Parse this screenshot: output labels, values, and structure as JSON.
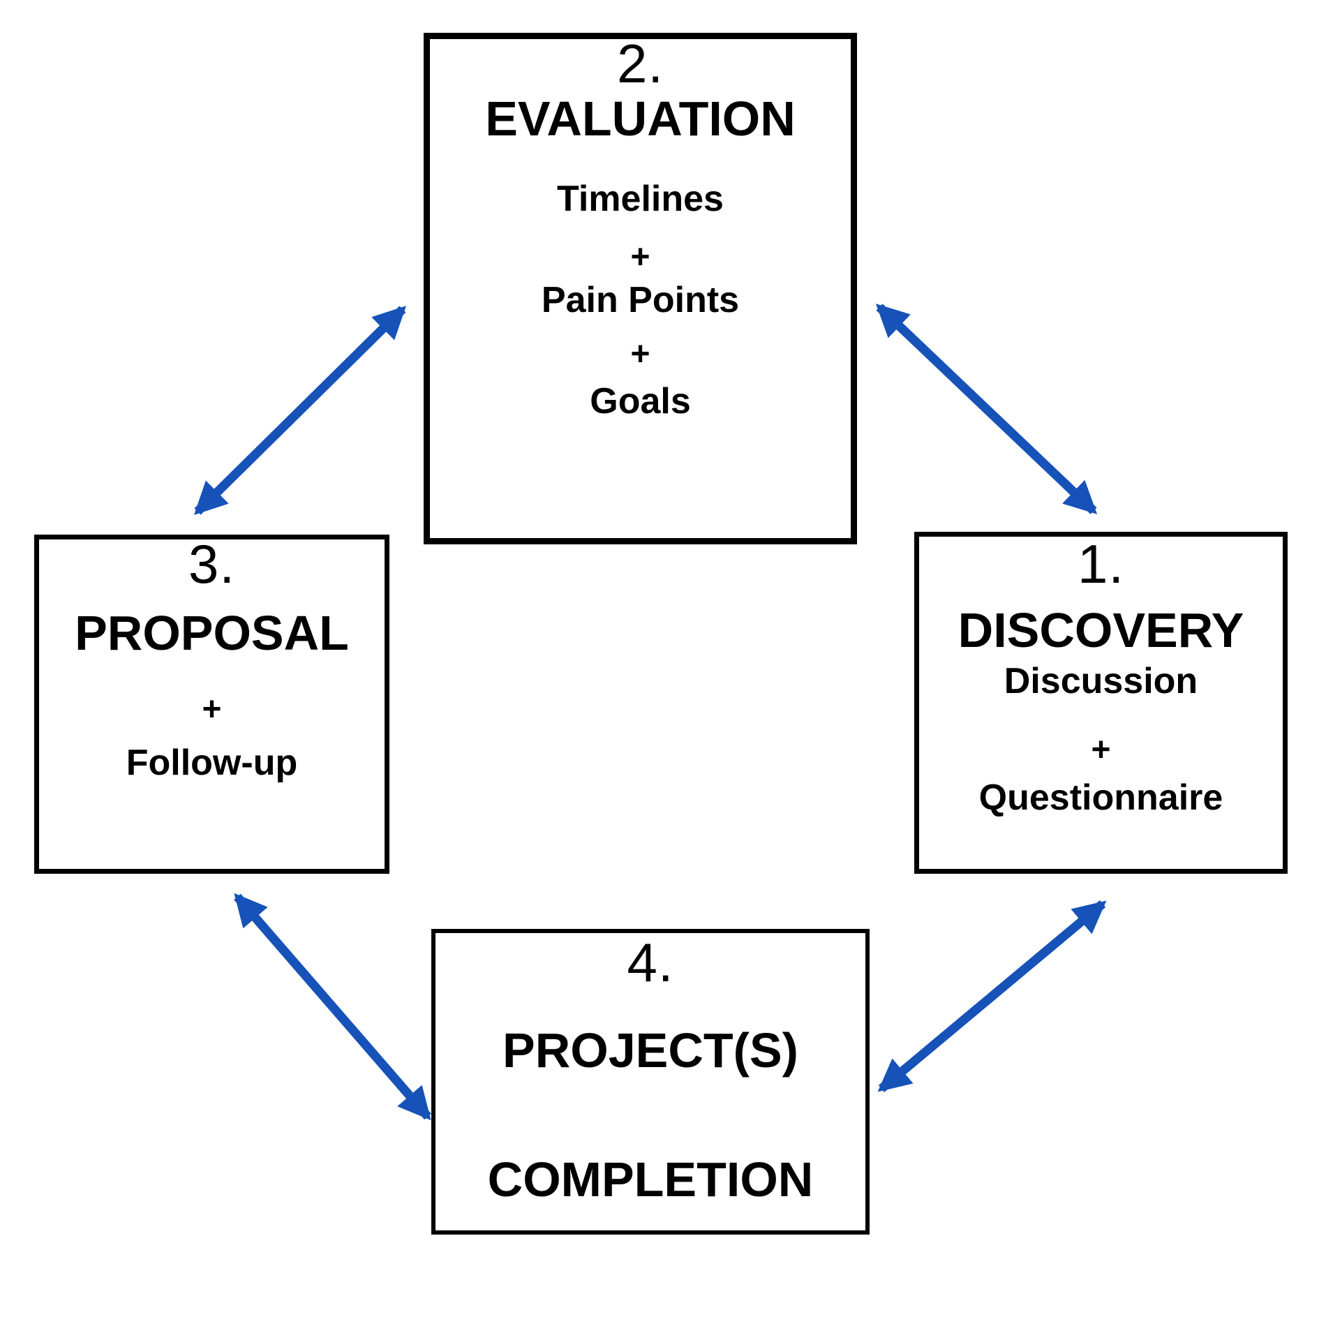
{
  "diagram": {
    "name": "client process cycle",
    "background_color": "#ffffff",
    "text_color": "#000000",
    "box_border_color": "#000000",
    "arrow_color": "#1652b8",
    "boxes": [
      {
        "key": "discovery",
        "number": "1.",
        "title": "DISCOVERY",
        "items": [
          "Discussion",
          "+",
          "Questionnaire"
        ]
      },
      {
        "key": "evaluation",
        "number": "2.",
        "title": "EVALUATION",
        "items": [
          "Timelines",
          "+",
          "Pain Points",
          "+",
          "Goals"
        ]
      },
      {
        "key": "proposal",
        "number": "3.",
        "title": "PROPOSAL",
        "items": [
          "+",
          "Follow-up"
        ]
      },
      {
        "key": "completion",
        "number": "4.",
        "title": "PROJECT(S)",
        "title2": "COMPLETION",
        "items": []
      }
    ],
    "connections": [
      {
        "between": [
          "proposal",
          "evaluation"
        ],
        "style": "double-headed-arrow"
      },
      {
        "between": [
          "evaluation",
          "discovery"
        ],
        "style": "double-headed-arrow"
      },
      {
        "between": [
          "discovery",
          "completion"
        ],
        "style": "double-headed-arrow"
      },
      {
        "between": [
          "completion",
          "proposal"
        ],
        "style": "double-headed-arrow"
      }
    ]
  }
}
